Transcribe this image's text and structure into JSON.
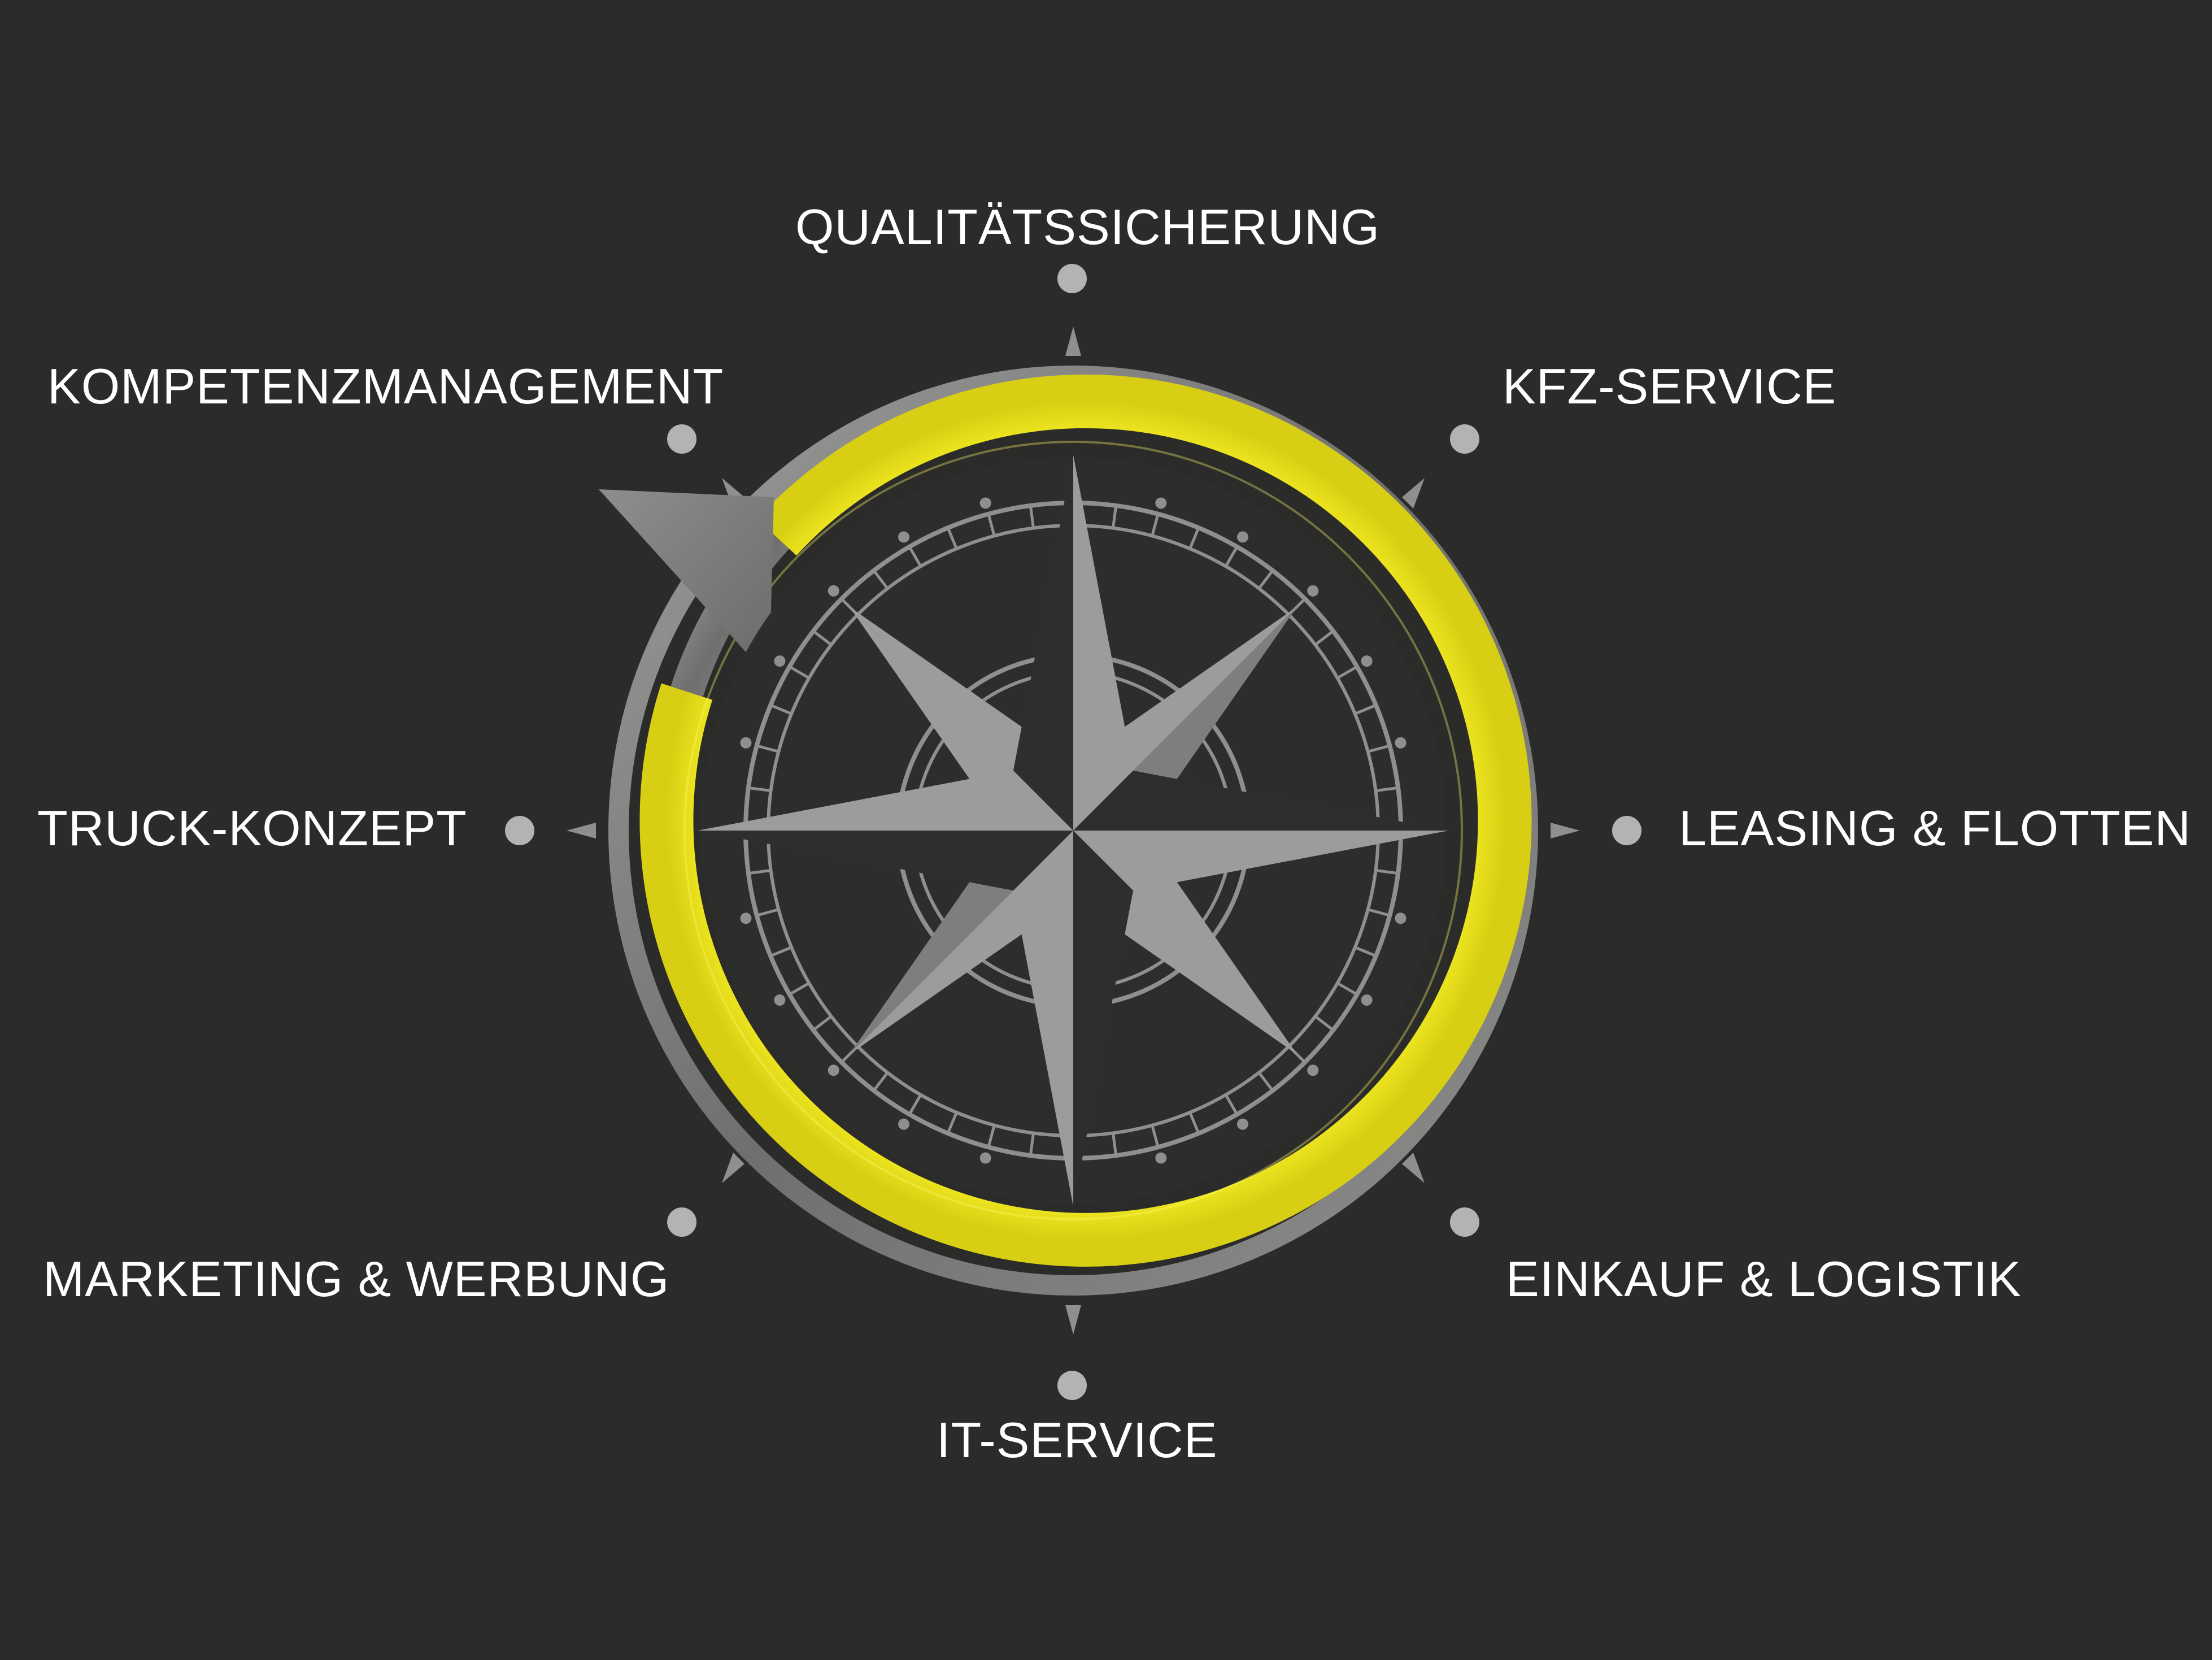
{
  "colors": {
    "background": "#2b2b2a",
    "rose": "#9c9c9b",
    "dial": "#8f8f8e",
    "ring_yellow": "#f2ec1c",
    "ring_gray": "#8a8a89",
    "label_text": "#ffffff",
    "marker_dot": "#b3b3b2"
  },
  "icons": {
    "center": "compass-rose-icon",
    "cycle": "circular-arrow-icon"
  },
  "labels": {
    "top": "QUALITÄTSSICHERUNG",
    "top_right": "KFZ-SERVICE",
    "right": "LEASING & FLOTTEN",
    "bottom_right": "EINKAUF & LOGISTIK",
    "bottom": "IT-SERVICE",
    "bottom_left": "MARKETING & WERBUNG",
    "left": "TRUCK-KONZEPT",
    "top_left": "KOMPETENZMANAGEMENT"
  }
}
